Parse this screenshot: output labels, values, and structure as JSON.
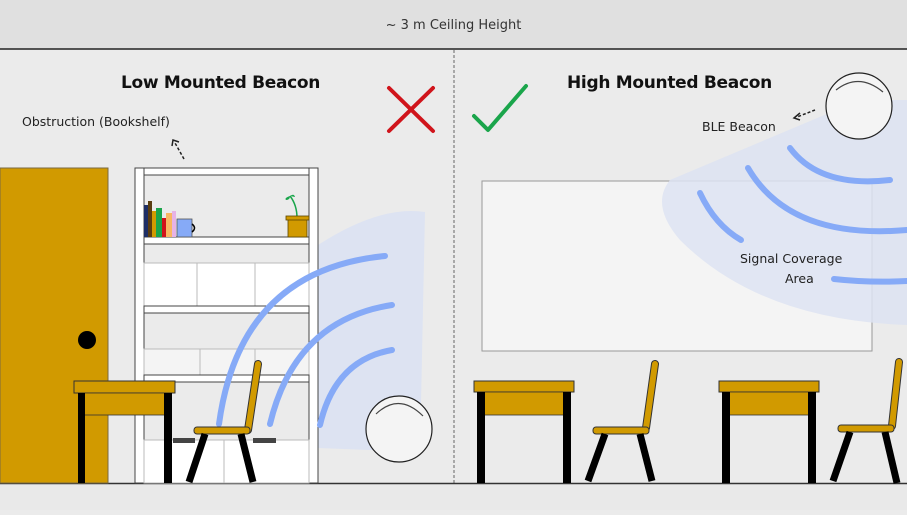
{
  "ceiling": {
    "label": "~ 3 m Ceiling Height"
  },
  "left_panel": {
    "title": "Low Mounted Beacon",
    "verdict_icon": "red-cross-icon",
    "obstruction_label": "Obstruction (Bookshelf)"
  },
  "right_panel": {
    "title": "High Mounted Beacon",
    "verdict_icon": "green-check-icon",
    "beacon_label": "BLE Beacon",
    "coverage_label_line1": "Signal Coverage",
    "coverage_label_line2": "Area"
  },
  "colors": {
    "background": "#ebebeb",
    "ceiling_band": "#e0e0e0",
    "wood": "#d19a00",
    "signal": "#86aaf7",
    "coverage": "#dde3f2",
    "cross": "#d0141b",
    "check": "#1aa54b"
  }
}
